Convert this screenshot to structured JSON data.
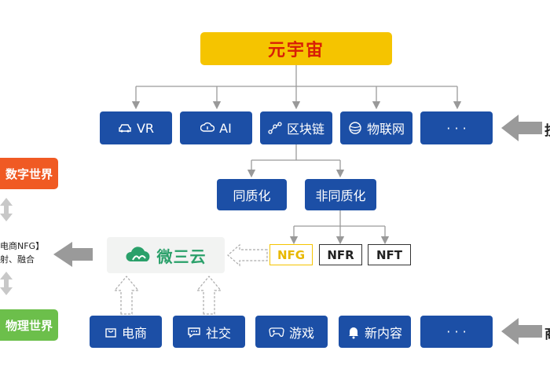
{
  "top": {
    "label": "元宇宙"
  },
  "tech_row": [
    {
      "icon": "car-icon",
      "label": "VR"
    },
    {
      "icon": "ai-cloud-icon",
      "label": "AI"
    },
    {
      "icon": "network-nodes-icon",
      "label": "区块链"
    },
    {
      "icon": "globe-icon",
      "label": "物联网"
    },
    {
      "icon": "",
      "label": "· · ·"
    }
  ],
  "token_row": [
    {
      "label": "同质化"
    },
    {
      "label": "非同质化"
    }
  ],
  "nf_row": [
    {
      "label": "NFG"
    },
    {
      "label": "NFR"
    },
    {
      "label": "NFT"
    }
  ],
  "logo": {
    "text": "微三云"
  },
  "app_row": [
    {
      "icon": "shopping-bag-icon",
      "label": "电商"
    },
    {
      "icon": "chat-bubble-icon",
      "label": "社交"
    },
    {
      "icon": "gamepad-icon",
      "label": "游戏"
    },
    {
      "icon": "bell-icon",
      "label": "新内容"
    },
    {
      "icon": "",
      "label": "· · ·"
    }
  ],
  "left": {
    "digital_world": "数字世界",
    "middle_line1": "电商NFG】",
    "middle_line2": "射、融合",
    "physical_world": "物理世界"
  },
  "right_edge": {
    "top": "技",
    "bottom": "商"
  },
  "colors": {
    "blue": "#1c4fa6",
    "yellow": "#f5c400",
    "red_text": "#d81e06",
    "orange": "#f05a23",
    "green": "#6cbf4b",
    "logo_green": "#2aa06a"
  }
}
